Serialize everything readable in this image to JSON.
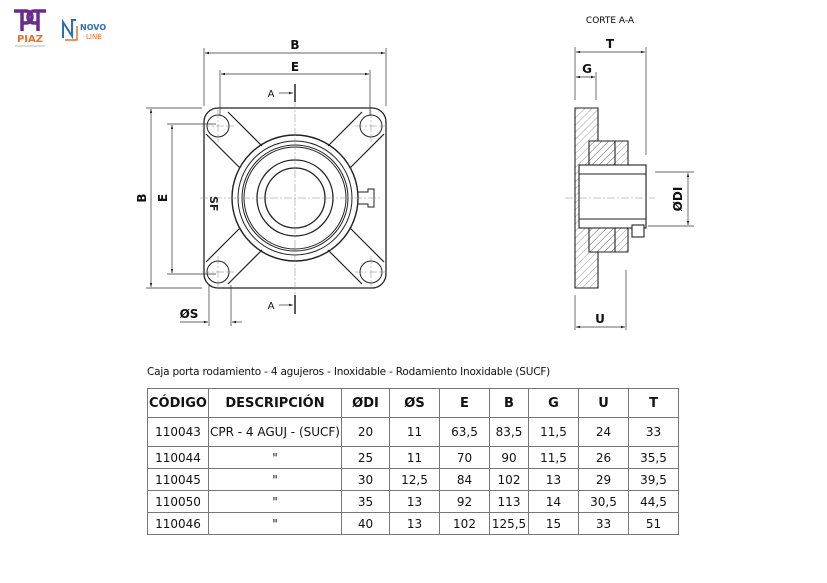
{
  "logos": {
    "piaz": {
      "text": "PIAZ",
      "color": "#6a2c8c",
      "accent": "#e8712a"
    },
    "novoline": {
      "line1": "NOVO",
      "line2": "LINE",
      "color": "#2b6fb5",
      "accent": "#e8712a"
    }
  },
  "drawing": {
    "front_labels": {
      "B_top": "B",
      "E_top": "E",
      "B_side": "B",
      "E_side": "E",
      "section_top": "A",
      "section_bottom": "A",
      "hole": "ØS",
      "marking": "SF"
    },
    "section_title": "CORTE A-A",
    "section_labels": {
      "T": "T",
      "G": "G",
      "DI": "ØDI",
      "U": "U"
    }
  },
  "table": {
    "caption": "Caja porta rodamiento - 4 agujeros - Inoxidable - Rodamiento Inoxidable (SUCF)",
    "headers": [
      "CÓDIGO",
      "DESCRIPCIÓN",
      "ØDI",
      "ØS",
      "E",
      "B",
      "G",
      "U",
      "T"
    ],
    "rows": [
      [
        "110043",
        "CPR - 4 AGUJ - (SUCF)",
        "20",
        "11",
        "63,5",
        "83,5",
        "11,5",
        "24",
        "33"
      ],
      [
        "110044",
        "\"",
        "25",
        "11",
        "70",
        "90",
        "11,5",
        "26",
        "35,5"
      ],
      [
        "110045",
        "\"",
        "30",
        "12,5",
        "84",
        "102",
        "13",
        "29",
        "39,5"
      ],
      [
        "110050",
        "\"",
        "35",
        "13",
        "92",
        "113",
        "14",
        "30,5",
        "44,5"
      ],
      [
        "110046",
        "\"",
        "40",
        "13",
        "102",
        "125,5",
        "15",
        "33",
        "51"
      ]
    ]
  }
}
